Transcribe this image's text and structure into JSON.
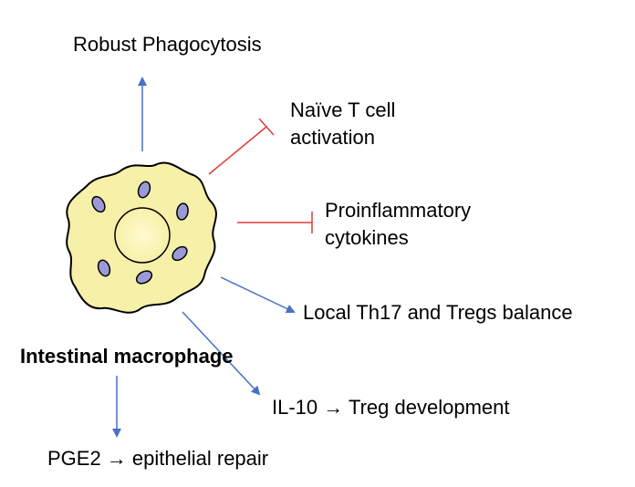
{
  "colors": {
    "cell_fill": "#f7f0a8",
    "nucleus_center": "#fffbd0",
    "granule_fill": "#9a9ad6",
    "outline": "#000000",
    "inhibit_line": "#e03a3a",
    "activate_arrow": "#4a6fc7"
  },
  "center": {
    "label": "Intestinal macrophage",
    "icon": "macrophage-cell-icon"
  },
  "effects": {
    "phagocytosis": "Robust Phagocytosis",
    "naive_t_line1": "Naïve T cell",
    "naive_t_line2": "activation",
    "proinflam_line1": "Proinflammatory",
    "proinflam_line2": "cytokines",
    "th17_tregs": "Local Th17 and Tregs balance",
    "il10": "IL-10 → Treg development",
    "pge2": "PGE2 → epithelial repair"
  }
}
